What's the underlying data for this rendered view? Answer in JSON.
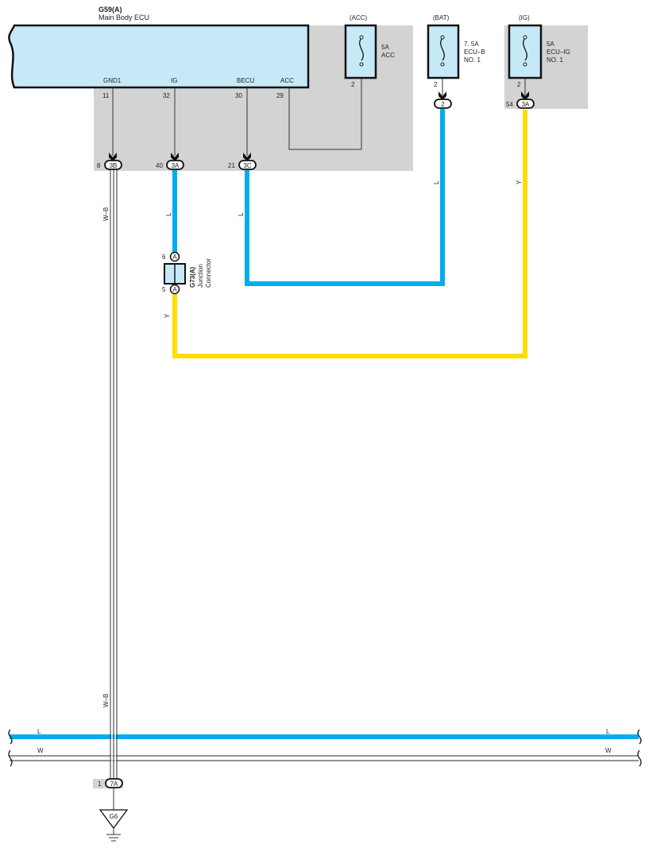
{
  "ecu": {
    "code": "G59(A)",
    "name": "Main Body ECU",
    "pins": [
      {
        "label": "GND1",
        "num": "11"
      },
      {
        "label": "IG",
        "num": "32"
      },
      {
        "label": "BECU",
        "num": "30"
      },
      {
        "label": "ACC",
        "num": "29"
      }
    ]
  },
  "fuses": [
    {
      "group": "(ACC)",
      "rating": "5A",
      "name": "ACC",
      "name2": "",
      "pin": "2"
    },
    {
      "group": "(BAT)",
      "rating": "7. 5A",
      "name": "ECU–B",
      "name2": "NO. 1",
      "pin": "2"
    },
    {
      "group": "(IG)",
      "rating": "5A",
      "name": "ECU–IG",
      "name2": "NO. 1",
      "pin": "2"
    }
  ],
  "connectors": {
    "gnd": {
      "num": "8",
      "code": "3B"
    },
    "ig": {
      "num": "40",
      "code": "3A"
    },
    "becu": {
      "num": "21",
      "code": "3C"
    },
    "bat": {
      "num": "",
      "code": "2"
    },
    "ig_fuse": {
      "num": "54",
      "code": "3A"
    },
    "ground_7a": {
      "num": "1",
      "code": "7A"
    }
  },
  "junction": {
    "code": "G73(A)",
    "name1": "Junction",
    "name2": "Connector",
    "top_pin": "6",
    "bottom_pin": "5",
    "pin_letter": "A"
  },
  "wires": {
    "gnd_upper": "W–B",
    "gnd_lower": "W–B",
    "ig_upper": "L",
    "ig_lower": "Y",
    "becu": "L",
    "bat": "L",
    "ig_fuse": "Y",
    "bus_l_left": "L",
    "bus_l_right": "L",
    "bus_w_left": "W",
    "bus_w_right": "W"
  },
  "ground": {
    "code": "G6"
  },
  "colors": {
    "blue": "#00AEEF",
    "yellow": "#FFDD00",
    "box_fill": "#C6E9F8",
    "grey": "#D3D3D3"
  }
}
